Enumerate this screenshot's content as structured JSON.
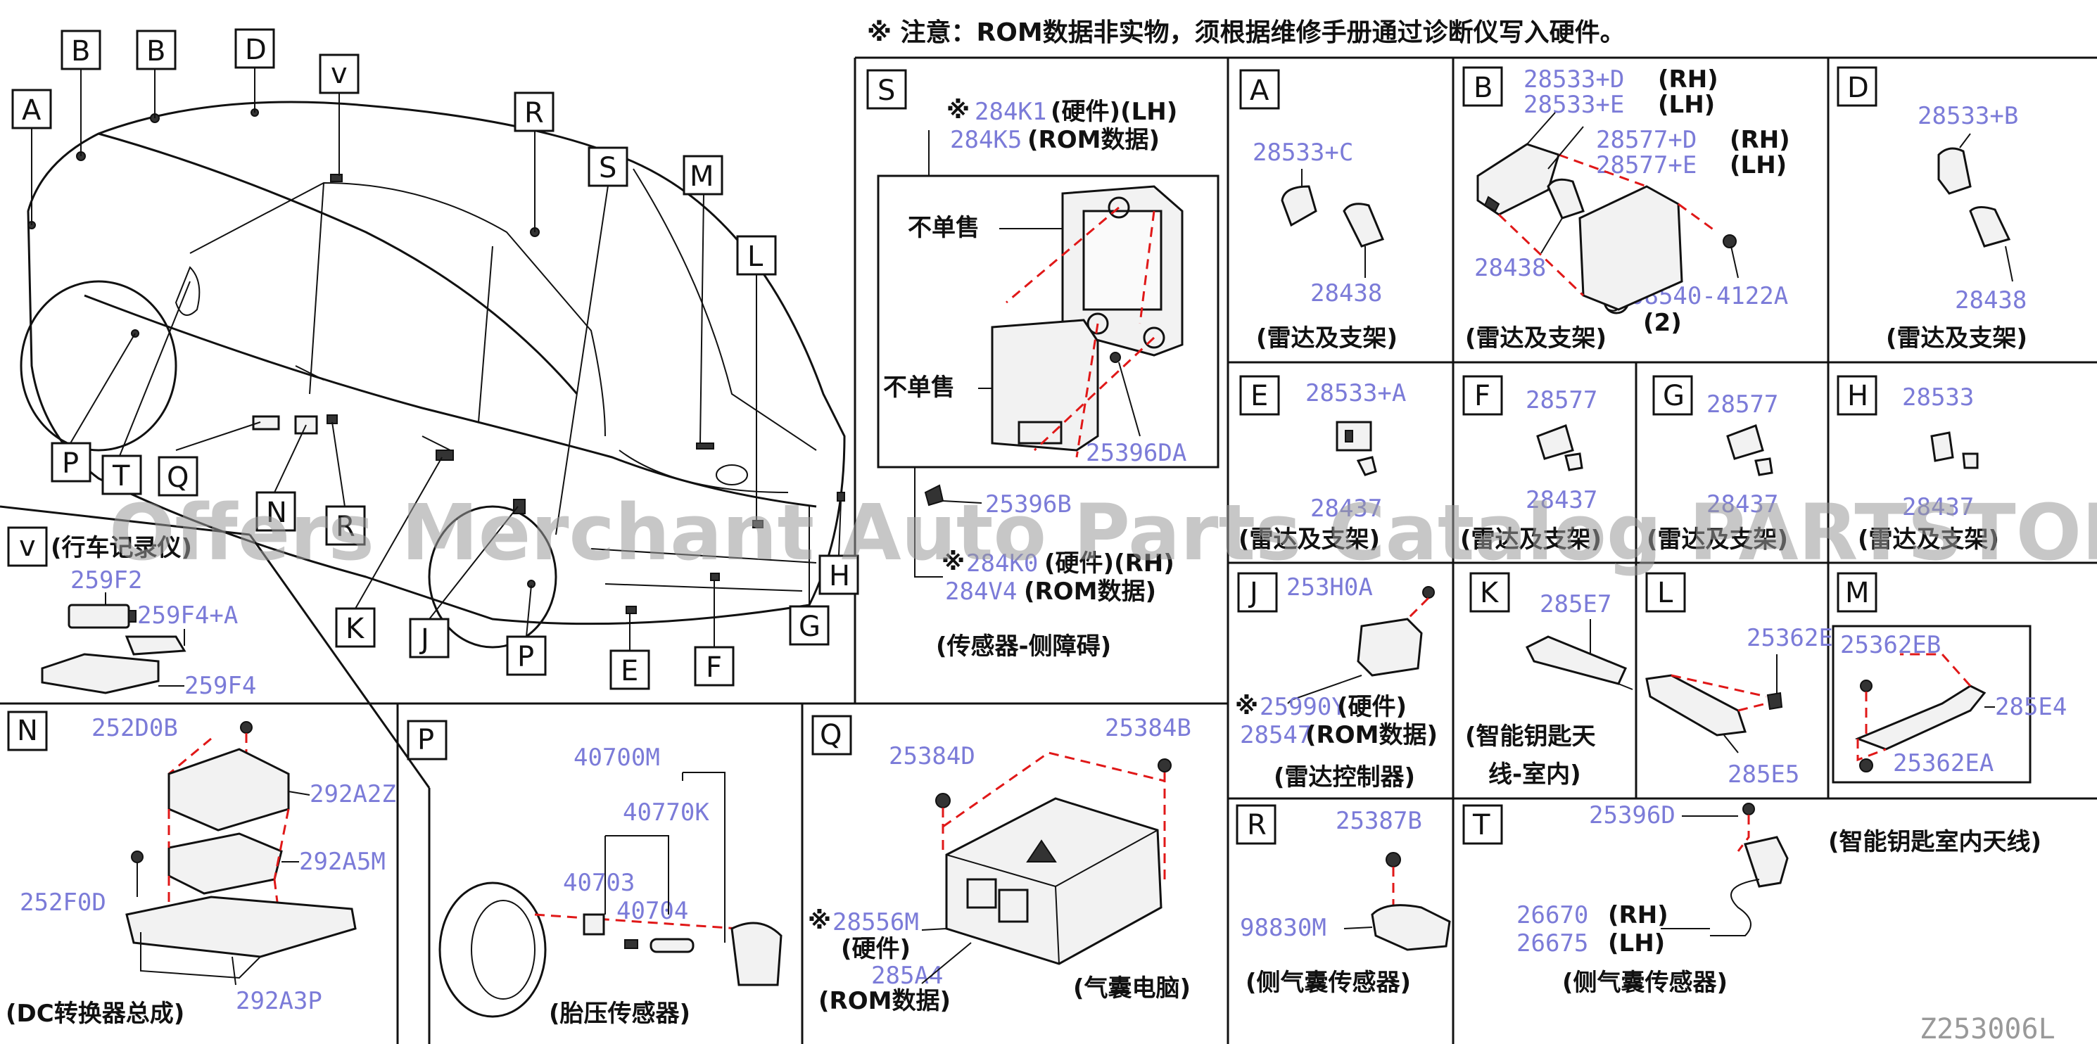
{
  "notice": "※ 注意：ROM数据非实物，须根据维修手册通过诊断仪写入硬件。",
  "watermark": "Offers Merchant Auto Parts Catalog PARTSTORE SA",
  "diagram_code": "Z253006L",
  "car_callouts": [
    "A",
    "B",
    "B",
    "D",
    "v",
    "R",
    "S",
    "M",
    "L",
    "P",
    "T",
    "Q",
    "N",
    "R",
    "K",
    "J",
    "P",
    "E",
    "F",
    "G",
    "H"
  ],
  "panels": {
    "S": {
      "letter": "S",
      "pn1": "284K1",
      "pn2": "284K5",
      "pn3": "25396DA",
      "pn4": "25396B",
      "pn5": "284K0",
      "pn6": "284V4",
      "mark1": "※",
      "mark2": "※",
      "hw_lh": "(硬件)(LH)",
      "rom1": "(ROM数据)",
      "hw_rh": "(硬件)(RH)",
      "rom2": "(ROM数据)",
      "not_sold1": "不单售",
      "not_sold2": "不单售",
      "caption": "(传感器-侧障碍)"
    },
    "A": {
      "letter": "A",
      "pn1": "28533+C",
      "pn2": "28438",
      "caption": "(雷达及支架)"
    },
    "B": {
      "letter": "B",
      "pn1": "28533+D",
      "rh1": "(RH)",
      "pn2": "28533+E",
      "lh1": "(LH)",
      "pn3": "28577+D",
      "rh2": "(RH)",
      "pn4": "28577+E",
      "lh2": "(LH)",
      "pn5": "28438",
      "s_mark": "S",
      "pn6": "08540-4122A",
      "qty": "(2)",
      "caption": "(雷达及支架)"
    },
    "D": {
      "letter": "D",
      "pn1": "28533+B",
      "pn2": "28438",
      "caption": "(雷达及支架)"
    },
    "E": {
      "letter": "E",
      "pn1": "28533+A",
      "pn2": "28437",
      "caption": "(雷达及支架)"
    },
    "F": {
      "letter": "F",
      "pn1": "28577",
      "pn2": "28437",
      "caption": "(雷达及支架)"
    },
    "G": {
      "letter": "G",
      "pn1": "28577",
      "pn2": "28437",
      "caption": "(雷达及支架)"
    },
    "H": {
      "letter": "H",
      "pn1": "28533",
      "pn2": "28437",
      "caption": "(雷达及支架)"
    },
    "V": {
      "letter": "v",
      "caption": "(行车记录仪)",
      "pn1": "259F2",
      "pn2": "259F4+A",
      "pn3": "259F4"
    },
    "J": {
      "letter": "J",
      "pn1": "253H0A",
      "mark": "※",
      "pn2": "25990Y",
      "hw": "(硬件)",
      "pn3": "28547",
      "rom": "(ROM数据)",
      "caption": "(雷达控制器)"
    },
    "K": {
      "letter": "K",
      "pn1": "285E7",
      "cap1": "(智能钥匙天",
      "cap2": "线-室内)"
    },
    "L": {
      "letter": "L",
      "pn1": "25362E",
      "pn2": "285E5"
    },
    "M": {
      "letter": "M",
      "pn1": "25362EB",
      "pn2": "285E4",
      "pn3": "25362EA",
      "caption": "(智能钥匙室内天线)"
    },
    "N": {
      "letter": "N",
      "pn1": "252D0B",
      "pn2": "292A2Z",
      "pn3": "292A5M",
      "pn4": "252F0D",
      "pn5": "292A3P",
      "caption": "(DC转换器总成)"
    },
    "P": {
      "letter": "P",
      "pn1": "40700M",
      "pn2": "40770K",
      "pn3": "40703",
      "pn4": "40704",
      "caption": "(胎压传感器)"
    },
    "Q": {
      "letter": "Q",
      "pn1": "25384D",
      "pn2": "25384B",
      "mark": "※",
      "pn3": "28556M",
      "hw": "(硬件)",
      "pn4": "285A4",
      "rom": "(ROM数据)",
      "caption": "(气囊电脑)"
    },
    "R": {
      "letter": "R",
      "pn1": "25387B",
      "pn2": "98830M",
      "caption": "(侧气囊传感器)"
    },
    "T": {
      "letter": "T",
      "pn1": "25396D",
      "pn2": "26670",
      "rh": "(RH)",
      "pn3": "26675",
      "lh": "(LH)",
      "caption": "(侧气囊传感器)"
    }
  },
  "colors": {
    "part_number": "#7b7bd8",
    "leader_dash": "#e01818",
    "line": "#111111"
  }
}
